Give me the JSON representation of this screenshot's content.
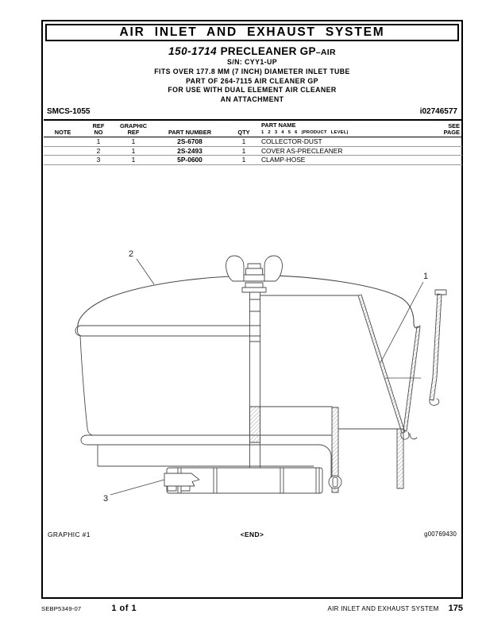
{
  "header": {
    "title": "AIR INLET AND EXHAUST SYSTEM",
    "model_number": "150-1714",
    "model_name": "PRECLEANER GP",
    "model_suffix": "–AIR",
    "serial_number": "S/N: CYY1-UP",
    "note_lines": [
      "FITS OVER 177.8 MM (7 INCH) DIAMETER INLET TUBE",
      "PART OF 264-7115 AIR CLEANER GP",
      "FOR USE WITH DUAL ELEMENT AIR CLEANER",
      "AN ATTACHMENT"
    ],
    "smcs_code": "SMCS-1055",
    "document_id": "i02746577"
  },
  "table": {
    "headers": {
      "note": "NOTE",
      "ref_line1": "REF",
      "ref_line2": "NO",
      "graphic_line1": "GRAPHIC",
      "graphic_line2": "REF",
      "part_number": "PART NUMBER",
      "qty": "QTY",
      "part_name": "PART NAME",
      "product_level": "1 2 3 4 5 6 (PRODUCT LEVEL)",
      "see_line1": "SEE",
      "see_line2": "PAGE"
    },
    "rows": [
      {
        "note": "",
        "ref_no": "1",
        "graphic_ref": "1",
        "part_number": "2S-6708",
        "qty": "1",
        "part_name": "COLLECTOR-DUST",
        "see_page": ""
      },
      {
        "note": "",
        "ref_no": "2",
        "graphic_ref": "1",
        "part_number": "2S-2493",
        "qty": "1",
        "part_name": "COVER AS-PRECLEANER",
        "see_page": ""
      },
      {
        "note": "",
        "ref_no": "3",
        "graphic_ref": "1",
        "part_number": "5P-0600",
        "qty": "1",
        "part_name": "CLAMP-HOSE",
        "see_page": ""
      }
    ]
  },
  "drawing": {
    "callout_1": "1",
    "callout_2": "2",
    "callout_3": "3",
    "graphic_label": "GRAPHIC #1",
    "end_marker": "<END>",
    "graphic_id": "g00769430"
  },
  "footer": {
    "media_number": "SEBP5349-07",
    "page_of": "1 of 1",
    "section_title": "AIR INLET AND EXHAUST SYSTEM",
    "page_number": "175"
  }
}
